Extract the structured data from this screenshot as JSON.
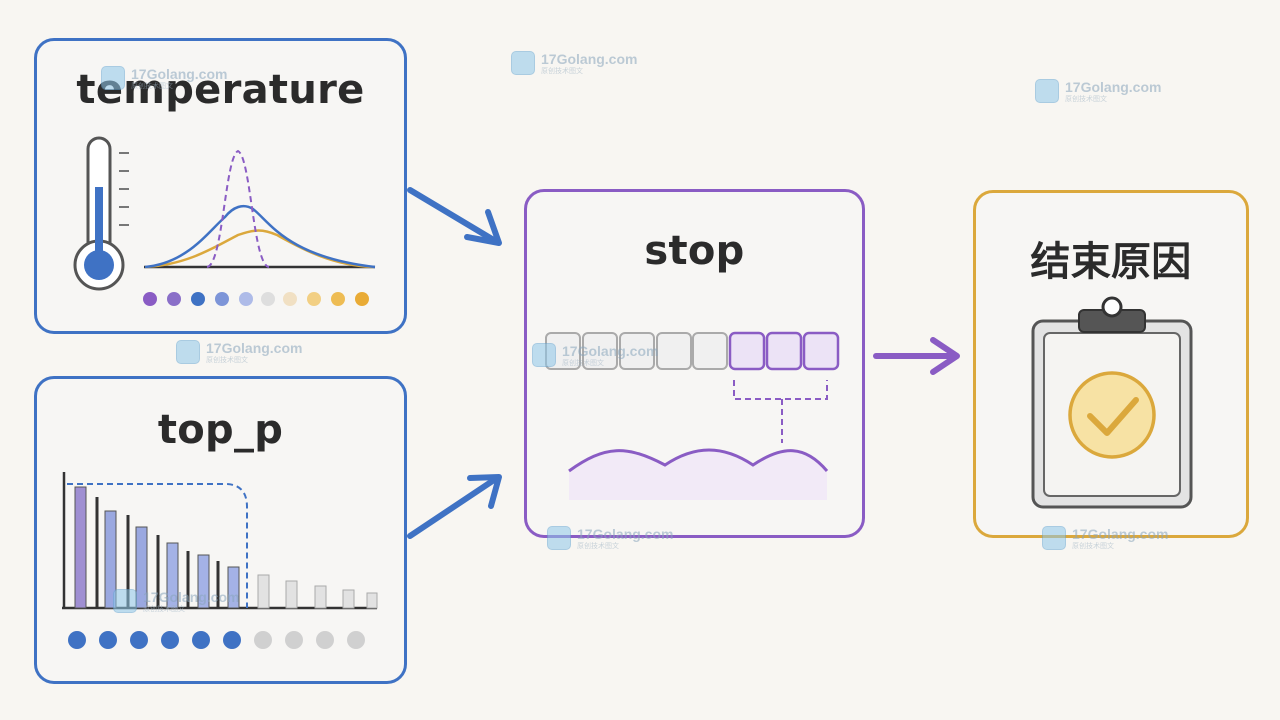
{
  "panels": {
    "temperature": {
      "title": "temperature"
    },
    "top_p": {
      "title": "top_p"
    },
    "stop": {
      "title": "stop"
    },
    "finish_reason": {
      "title": "结束原因"
    }
  },
  "watermark": {
    "text": "17Golang.com",
    "subtext": "原创技术图文"
  },
  "colors": {
    "blue": "#3f72c4",
    "purple": "#8a5cc4",
    "orange": "#dba83c",
    "gray": "#c4c4c4"
  }
}
